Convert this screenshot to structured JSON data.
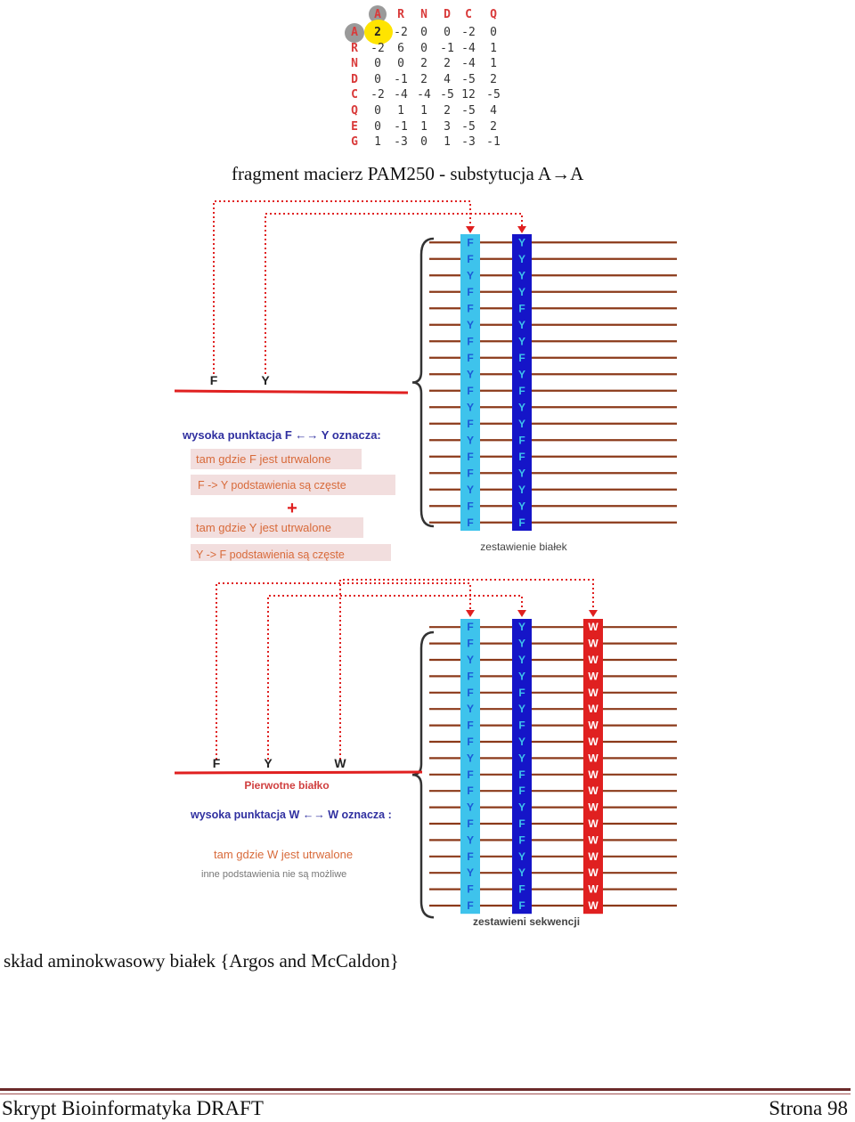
{
  "pam_matrix": {
    "col_headers": [
      "A",
      "R",
      "N",
      "D",
      "C",
      "Q"
    ],
    "rows": [
      {
        "label": "A",
        "values": [
          "2",
          "-2",
          "0",
          "0",
          "-2",
          "0"
        ]
      },
      {
        "label": "R",
        "values": [
          "-2",
          "6",
          "0",
          "-1",
          "-4",
          "1"
        ]
      },
      {
        "label": "N",
        "values": [
          "0",
          "0",
          "2",
          "2",
          "-4",
          "1"
        ]
      },
      {
        "label": "D",
        "values": [
          "0",
          "-1",
          "2",
          "4",
          "-5",
          "2"
        ]
      },
      {
        "label": "C",
        "values": [
          "-2",
          "-4",
          "-4",
          "-5",
          "12",
          "-5"
        ]
      },
      {
        "label": "Q",
        "values": [
          "0",
          "1",
          "1",
          "2",
          "-5",
          "4"
        ]
      },
      {
        "label": "E",
        "values": [
          "0",
          "-1",
          "1",
          "3",
          "-5",
          "2"
        ]
      },
      {
        "label": "G",
        "values": [
          "1",
          "-3",
          "0",
          "1",
          "-3",
          "-1"
        ]
      }
    ]
  },
  "caption1": "fragment macierz PAM250 - substytucja A→A",
  "figure1": {
    "labels": [
      "F",
      "Y"
    ],
    "heading": "wysoka punktacja F ←→ Y oznacza:",
    "box1": "tam gdzie F jest utrwalone",
    "box2": "F -> Y  podstawienia są częste",
    "plus": "+",
    "box3": "tam gdzie Y jest utrwalone",
    "box4": "Y -> F  podstawienia są częste",
    "col1": [
      "F",
      "F",
      "Y",
      "F",
      "F",
      "Y",
      "F",
      "F",
      "Y",
      "F",
      "Y",
      "F",
      "Y",
      "F",
      "F",
      "Y",
      "F",
      "F"
    ],
    "col2": [
      "Y",
      "Y",
      "Y",
      "Y",
      "F",
      "Y",
      "Y",
      "F",
      "Y",
      "F",
      "Y",
      "Y",
      "F",
      "F",
      "Y",
      "Y",
      "Y",
      "F"
    ],
    "footer_label": "zestawienie białek",
    "colors": {
      "light": "#3ec3ec",
      "dark": "#1515c8",
      "rule": "#8b3a1a",
      "red": "#e02020"
    }
  },
  "figure2": {
    "labels": [
      "F",
      "Y",
      "W"
    ],
    "title": "Pierwotne białko",
    "heading": "wysoka punktacja W  ←→  W  oznacza :",
    "line1": "tam gdzie W jest utrwalone",
    "line2": "inne podstawienia nie są możliwe",
    "col1": [
      "F",
      "F",
      "Y",
      "F",
      "F",
      "Y",
      "F",
      "F",
      "Y",
      "F",
      "F",
      "Y",
      "F",
      "Y",
      "F",
      "Y",
      "F",
      "F"
    ],
    "col2": [
      "Y",
      "Y",
      "Y",
      "Y",
      "F",
      "Y",
      "F",
      "Y",
      "Y",
      "F",
      "F",
      "Y",
      "F",
      "F",
      "Y",
      "Y",
      "F",
      "F"
    ],
    "col3": [
      "W",
      "W",
      "W",
      "W",
      "W",
      "W",
      "W",
      "W",
      "W",
      "W",
      "W",
      "W",
      "W",
      "W",
      "W",
      "W",
      "W",
      "W"
    ],
    "footer_label": "zestawieni sekwencji"
  },
  "caption2": "skład aminokwasowy białek {Argos and McCaldon}",
  "footer": {
    "left": "Skrypt Bioinformatyka DRAFT",
    "right": "Strona 98"
  }
}
